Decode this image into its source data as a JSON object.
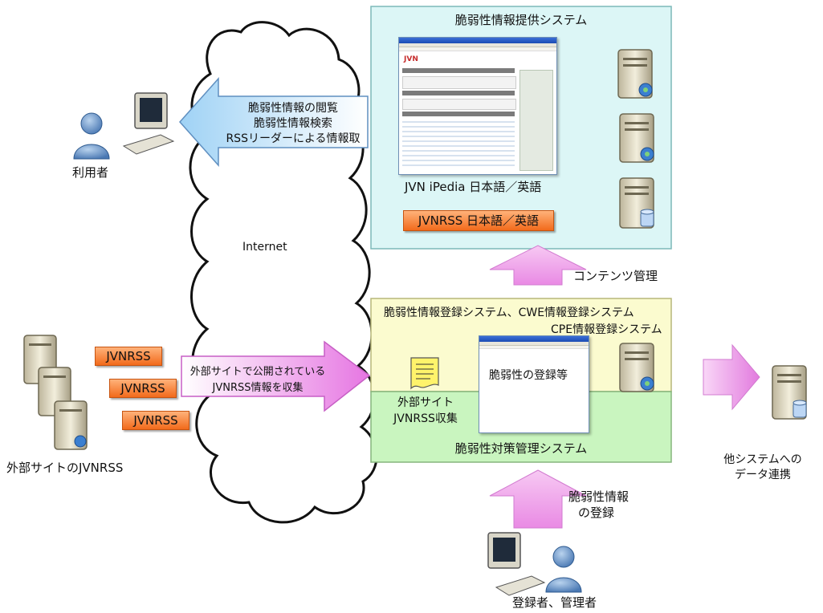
{
  "provide_system": {
    "title": "脆弱性情報提供システム",
    "jvn_ipedia": "JVN iPedia 日本語／英語",
    "jvnrss_button": "JVNRSS 日本語／英語"
  },
  "content_management": "コンテンツ管理",
  "registration_system": {
    "title_line1": "脆弱性情報登録システム、CWE情報登録システム",
    "title_line2": "CPE情報登録システム"
  },
  "countermeasure_system": {
    "title": "脆弱性対策管理システム"
  },
  "screen_text": "脆弱性の登録等",
  "external_collect": {
    "line1": "外部サイト",
    "line2": "JVNRSS収集"
  },
  "user_arrow": {
    "line1": "脆弱性情報の閲覧",
    "line2": "脆弱性情報検索",
    "line3": "RSSリーダーによる情報取"
  },
  "collect_arrow": {
    "line1": "外部サイトで公開されている",
    "line2": "JVNRSS情報を収集"
  },
  "internet": "Internet",
  "user_label": "利用者",
  "external_sites_label": "外部サイトのJVNRSS",
  "jvnrss_tags": [
    "JVNRSS",
    "JVNRSS",
    "JVNRSS"
  ],
  "other_systems": {
    "line1": "他システムへの",
    "line2": "データ連携"
  },
  "register_info": {
    "line1": "脆弱性情報",
    "line2": "の登録"
  },
  "registrant_label": "登録者、管理者",
  "colors": {
    "cyan_panel": "#dcf6f6",
    "yellow_panel": "#fbfbcf",
    "green_panel": "#c9f5bf",
    "arrow_pink": "#f3a6ee",
    "orange": "#f26a1b"
  }
}
